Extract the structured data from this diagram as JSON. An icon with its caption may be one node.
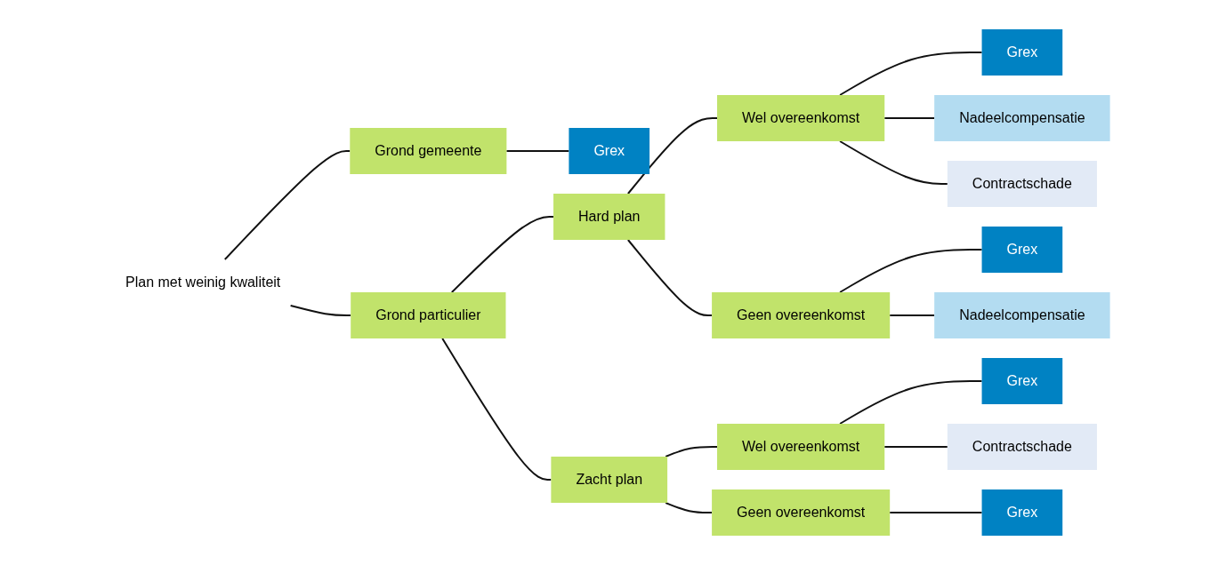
{
  "diagram": {
    "nodes": [
      {
        "text": [
          "Plan met weinig kwaliteit"
        ]
      },
      {
        "text": [
          "Grond gemeente"
        ]
      },
      {
        "text": [
          "Grex"
        ]
      },
      {
        "text": [
          "Grond particulier"
        ]
      },
      {
        "text": [
          "Hard plan"
        ]
      },
      {
        "text": [
          "Wel overeenkomst"
        ]
      },
      {
        "text": [
          "Grex"
        ]
      },
      {
        "text": [
          "Nadeelcompensatie"
        ]
      },
      {
        "text": [
          "Contractschade"
        ]
      },
      {
        "text": [
          "Geen overeenkomst"
        ]
      },
      {
        "text": [
          "Grex"
        ]
      },
      {
        "text": [
          "Nadeelcompensatie"
        ]
      },
      {
        "text": [
          "Zacht plan"
        ]
      },
      {
        "text": [
          "Wel overeenkomst"
        ]
      },
      {
        "text": [
          "Grex"
        ]
      },
      {
        "text": [
          "Contractschade"
        ]
      },
      {
        "text": [
          "Geen overeenkomst"
        ]
      },
      {
        "text": [
          "Grex"
        ]
      }
    ],
    "edges": [
      {
        "from": 0,
        "to": 1,
        "arrow": "none"
      },
      {
        "from": 0,
        "to": 3,
        "arrow": "none"
      },
      {
        "from": 1,
        "to": 2,
        "arrow": "none"
      },
      {
        "from": 3,
        "to": 4,
        "arrow": "none"
      },
      {
        "from": 3,
        "to": 12,
        "arrow": "none"
      },
      {
        "from": 4,
        "to": 5,
        "arrow": "none"
      },
      {
        "from": 4,
        "to": 9,
        "arrow": "none"
      },
      {
        "from": 5,
        "to": 6,
        "arrow": "none"
      },
      {
        "from": 5,
        "to": 7,
        "arrow": "none"
      },
      {
        "from": 5,
        "to": 8,
        "arrow": "none"
      },
      {
        "from": 9,
        "to": 10,
        "arrow": "none"
      },
      {
        "from": 9,
        "to": 11,
        "arrow": "none"
      },
      {
        "from": 12,
        "to": 13,
        "arrow": "none"
      },
      {
        "from": 12,
        "to": 16,
        "arrow": "none"
      },
      {
        "from": 13,
        "to": 14,
        "arrow": "none"
      },
      {
        "from": 13,
        "to": 15,
        "arrow": "none"
      },
      {
        "from": 16,
        "to": 17,
        "arrow": "none"
      }
    ]
  }
}
